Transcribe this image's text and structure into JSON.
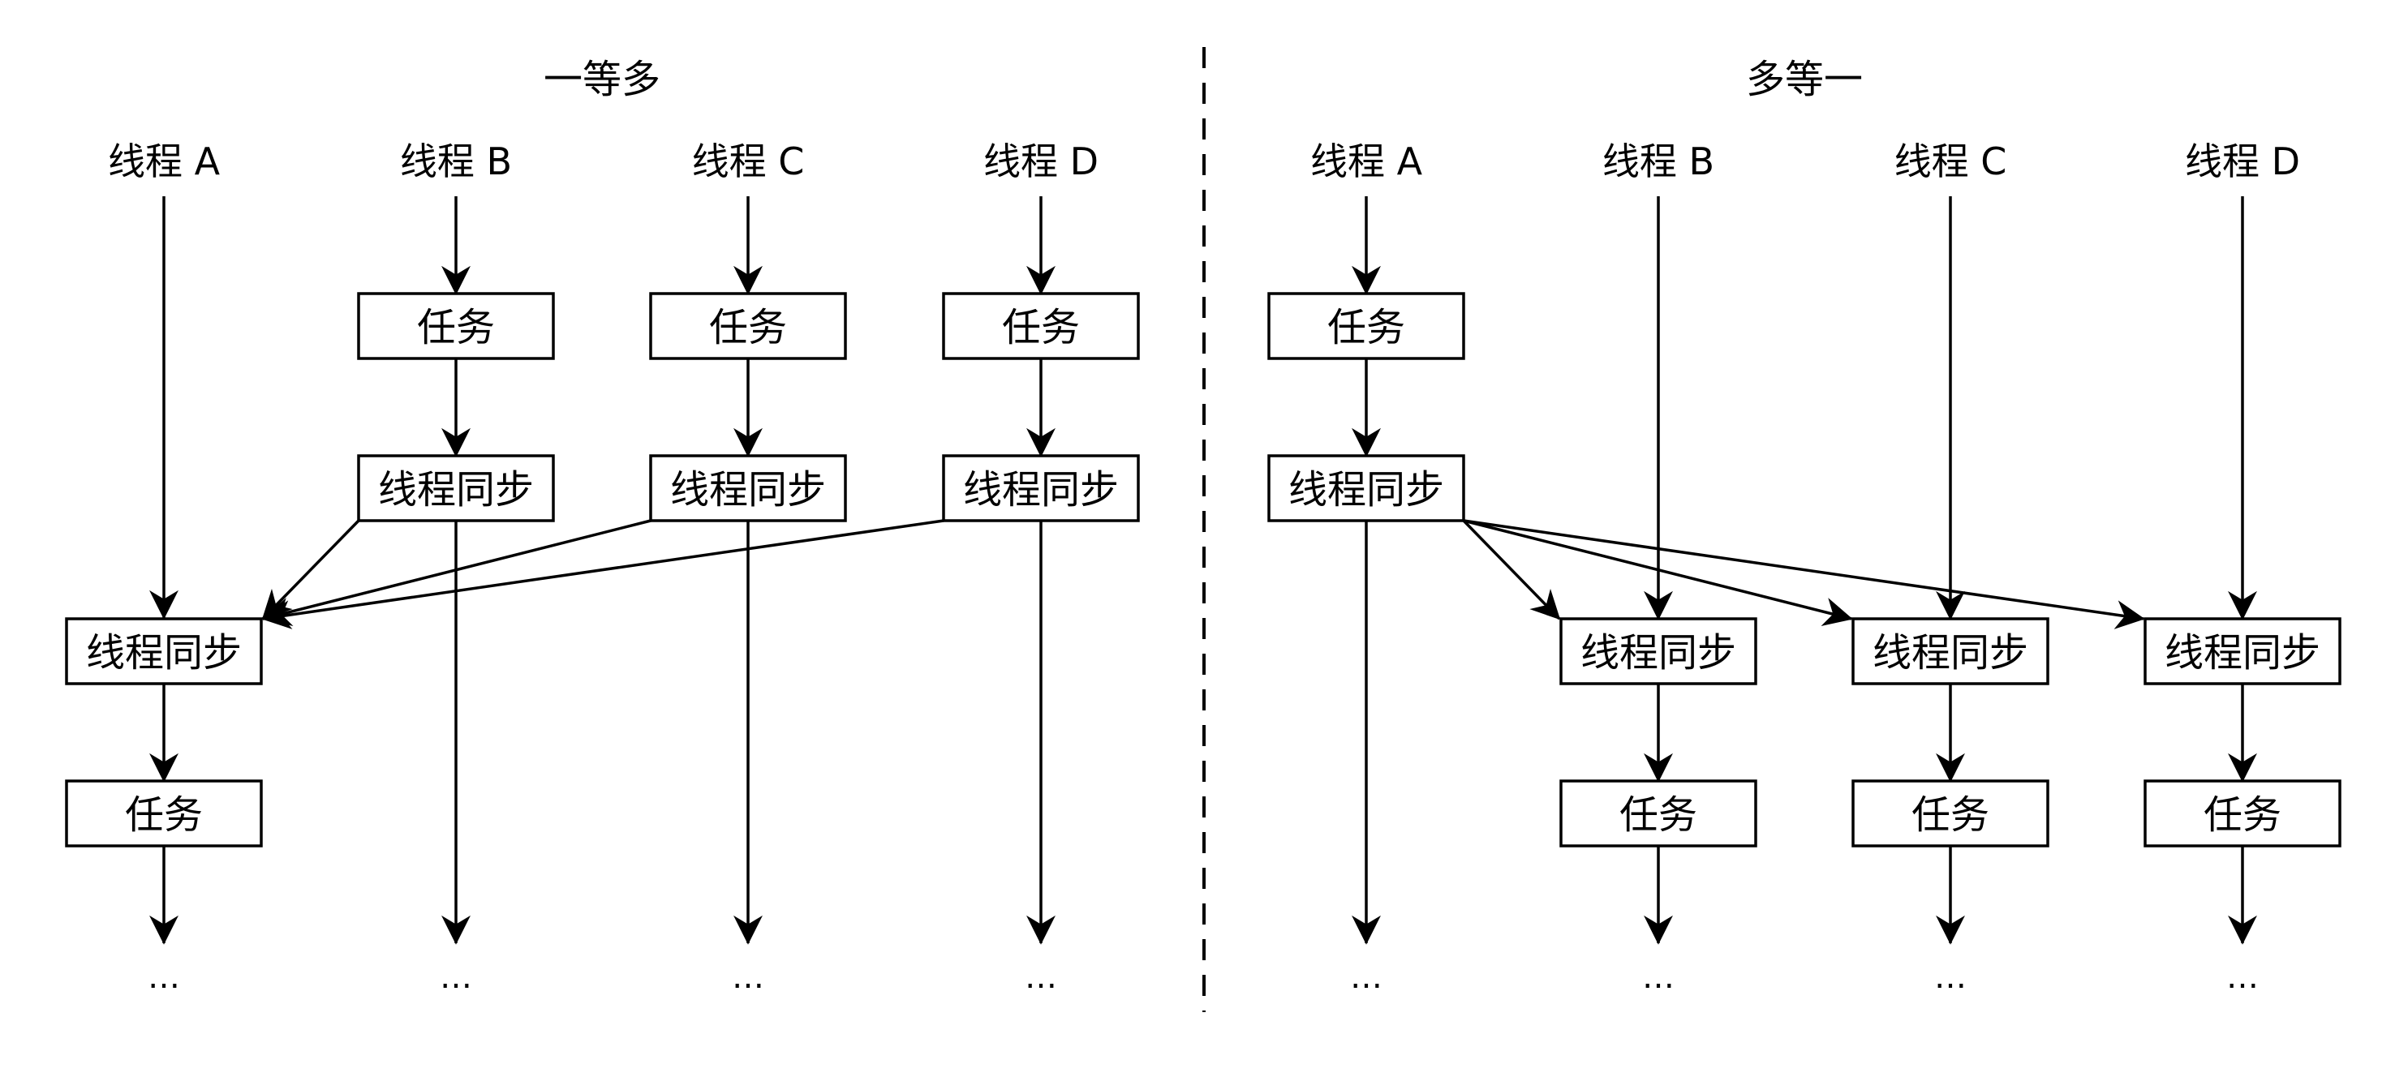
{
  "panels": [
    {
      "title": "一等多",
      "threads": [
        "线程 A",
        "线程 B",
        "线程 C",
        "线程 D"
      ],
      "task_label": "任务",
      "sync_label": "线程同步",
      "ellipsis": "…"
    },
    {
      "title": "多等一",
      "threads": [
        "线程 A",
        "线程 B",
        "线程 C",
        "线程 D"
      ],
      "task_label": "任务",
      "sync_label": "线程同步",
      "ellipsis": "…"
    }
  ]
}
